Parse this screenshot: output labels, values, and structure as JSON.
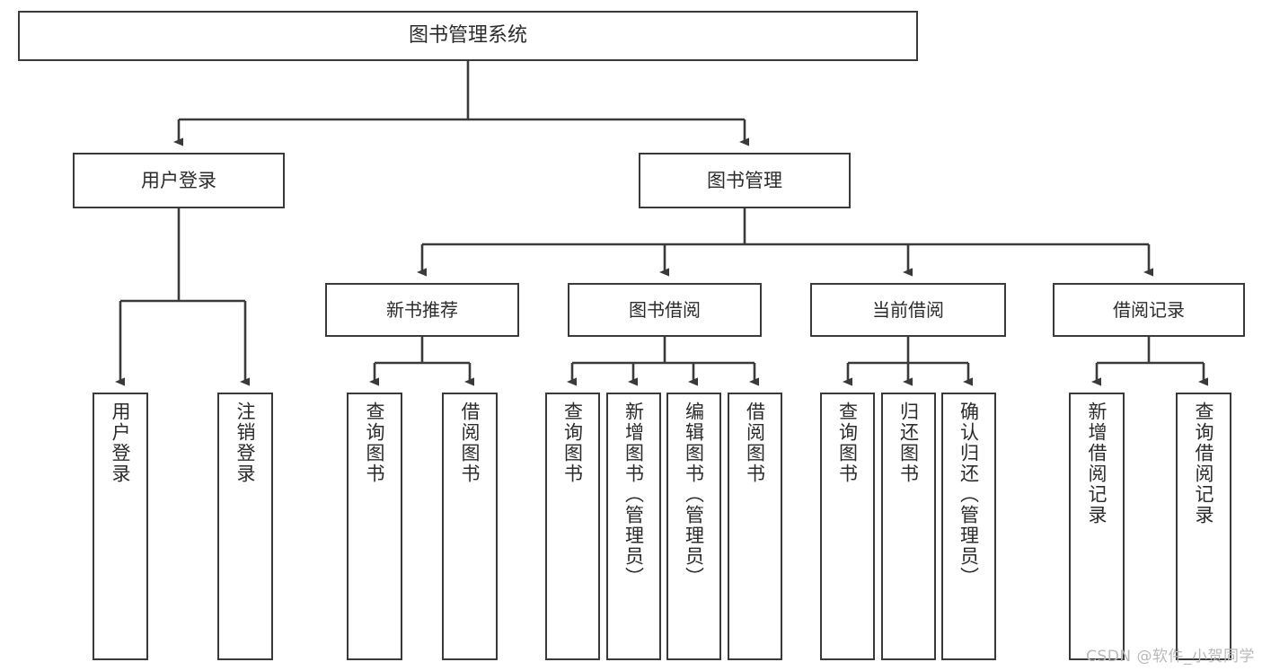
{
  "diagram": {
    "title": "图书管理系统",
    "watermark": "CSDN @软件_小贺同学",
    "colors": {
      "box_border": "#3a3a3a",
      "box_fill": "#ffffff",
      "edge": "#3a3a3a",
      "text": "#2b2b2b",
      "watermark": "#b9b9b9",
      "background": "#ffffff"
    },
    "root": {
      "label": "图书管理系统"
    },
    "level1": [
      {
        "label": "用户登录"
      },
      {
        "label": "图书管理"
      }
    ],
    "level2": [
      {
        "label": "新书推荐"
      },
      {
        "label": "图书借阅"
      },
      {
        "label": "当前借阅"
      },
      {
        "label": "借阅记录"
      }
    ],
    "leaves": {
      "user_login": [
        {
          "label": "用户登录"
        },
        {
          "label": "注销登录"
        }
      ],
      "new_book_recommend": [
        {
          "label": "查询图书"
        },
        {
          "label": "借阅图书"
        }
      ],
      "book_borrow": [
        {
          "label": "查询图书"
        },
        {
          "label": "新增图书（管理员）"
        },
        {
          "label": "编辑图书（管理员）"
        },
        {
          "label": "借阅图书"
        }
      ],
      "current_borrow": [
        {
          "label": "查询图书"
        },
        {
          "label": "归还图书"
        },
        {
          "label": "确认归还（管理员）"
        }
      ],
      "borrow_records": [
        {
          "label": "新增借阅记录"
        },
        {
          "label": "查询借阅记录"
        }
      ]
    }
  }
}
